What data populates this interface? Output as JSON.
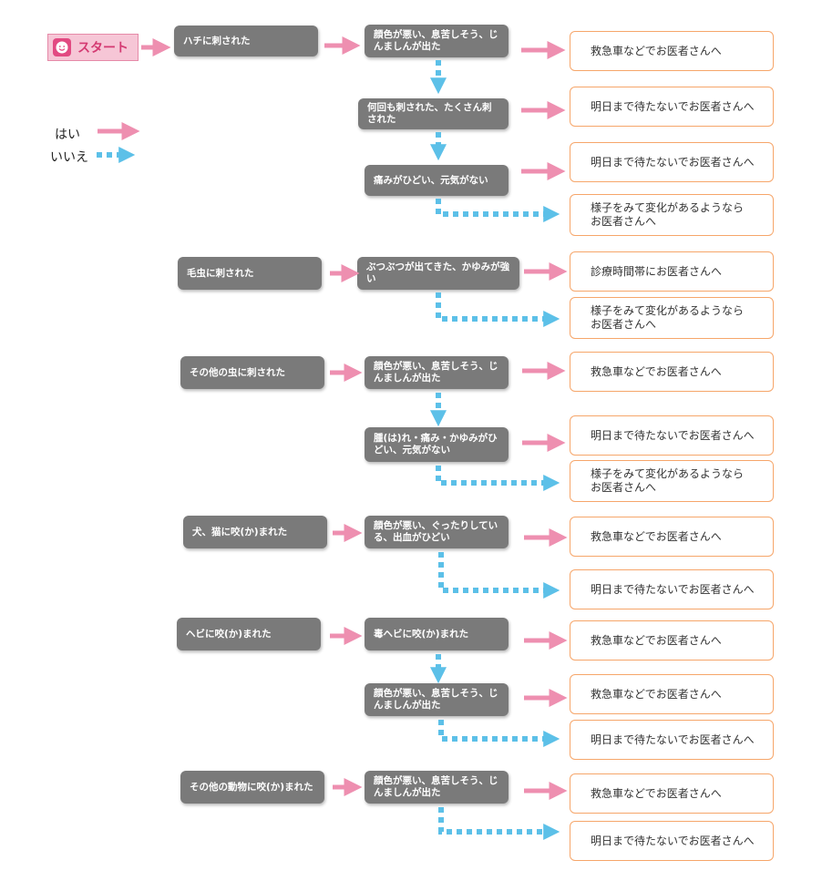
{
  "start": {
    "label": "スタート",
    "icon": "face-icon"
  },
  "legend": {
    "yes": "はい",
    "no": "いいえ"
  },
  "colors": {
    "yes_arrow": "#ee8fb0",
    "no_arrow": "#5cc0e8",
    "question_bg": "#7a7a7a",
    "result_border": "#f6a66a"
  },
  "questions": [
    "ハチに刺された",
    "顔色が悪い、息苦しそう、じんましんが出た",
    "何回も刺された、たくさん刺された",
    "痛みがひどい、元気がない",
    "毛虫に刺された",
    "ぶつぶつが出てきた、かゆみが強い",
    "その他の虫に刺された",
    "顔色が悪い、息苦しそう、じんましんが出た",
    "腫(は)れ・痛み・かゆみがひどい、元気がない",
    "犬、猫に咬(か)まれた",
    "顔色が悪い、ぐったりしている、出血がひどい",
    "ヘビに咬(か)まれた",
    "毒ヘビに咬(か)まれた",
    "顔色が悪い、息苦しそう、じんましんが出た",
    "その他の動物に咬(か)まれた",
    "顔色が悪い、息苦しそう、じんましんが出た"
  ],
  "results": [
    "救急車などでお医者さんへ",
    "明日まで待たないでお医者さんへ",
    "明日まで待たないでお医者さんへ",
    "様子をみて変化があるようなら\nお医者さんへ",
    "診療時間帯にお医者さんへ",
    "様子をみて変化があるようなら\nお医者さんへ",
    "救急車などでお医者さんへ",
    "明日まで待たないでお医者さんへ",
    "様子をみて変化があるようなら\nお医者さんへ",
    "救急車などでお医者さんへ",
    "明日まで待たないでお医者さんへ",
    "救急車などでお医者さんへ",
    "救急車などでお医者さんへ",
    "明日まで待たないでお医者さんへ",
    "救急車などでお医者さんへ",
    "明日まで待たないでお医者さんへ"
  ]
}
